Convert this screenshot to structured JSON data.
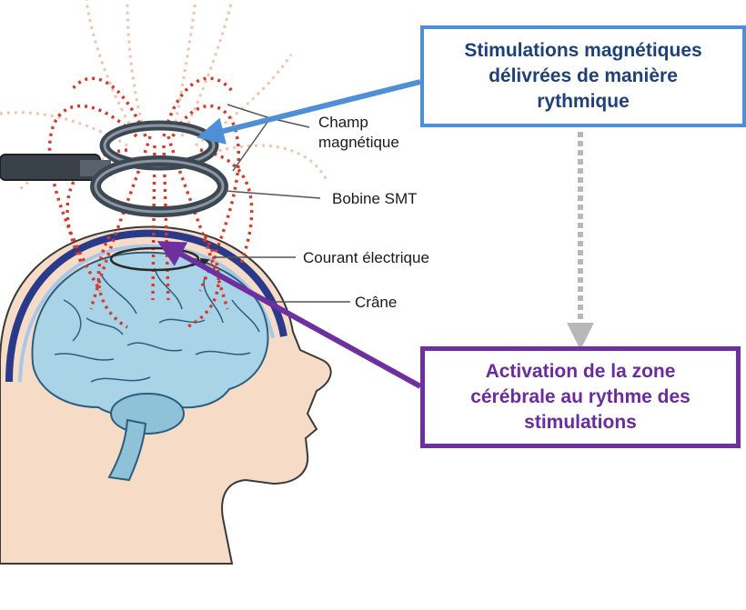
{
  "labels": {
    "champ_line1": "Champ",
    "champ_line2": "magnétique",
    "bobine": "Bobine SMT",
    "courant": "Courant électrique",
    "crane": "Crâne"
  },
  "boxes": {
    "stimulations": {
      "line1": "Stimulations  magnétiques",
      "line2": "délivrées de manière",
      "line3": "rythmique"
    },
    "activation": {
      "line1": "Activation  de la zone",
      "line2": "cérébrale au rythme  des",
      "line3": "stimulations"
    }
  },
  "colors": {
    "blue_arrow": "#4f8fd8",
    "purple_arrow": "#6e2fa0",
    "field_lines": "#d63a2a",
    "skin": "#f5d9c2",
    "brain": "#a9d3e6"
  }
}
